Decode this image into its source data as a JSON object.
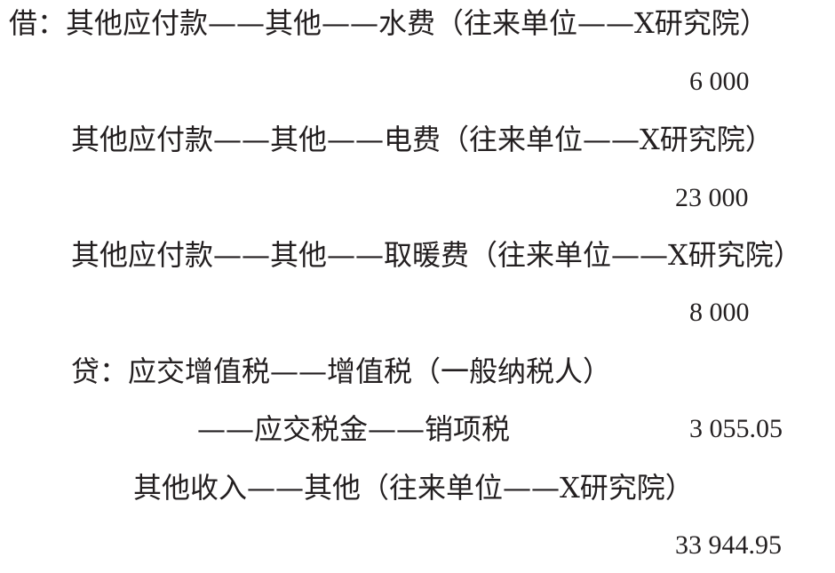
{
  "entry": {
    "debit_1": {
      "text": "借：其他应付款——其他——水费（往来单位——X研究院）",
      "amount": "6 000"
    },
    "debit_2": {
      "text": "其他应付款——其他——电费（往来单位——X研究院）",
      "amount": "23 000"
    },
    "debit_3": {
      "text": "其他应付款——其他——取暖费（往来单位——X研究院）",
      "amount": "8 000"
    },
    "credit_1": {
      "text": "贷：应交增值税——增值税（一般纳税人）",
      "sub_text": "——应交税金——销项税",
      "amount": "3 055.05"
    },
    "credit_2": {
      "text": "其他收入——其他（往来单位——X研究院）",
      "amount": "33 944.95"
    }
  }
}
